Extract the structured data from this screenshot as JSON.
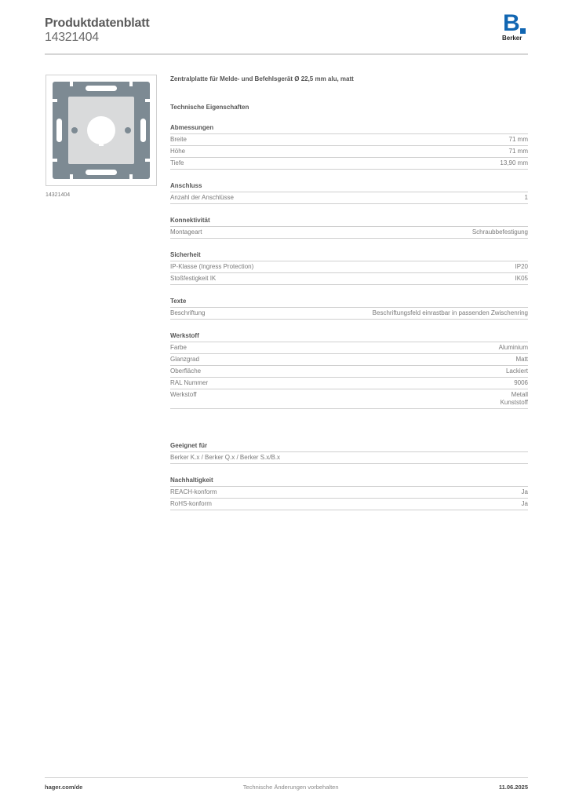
{
  "header": {
    "title": "Produktdatenblatt",
    "article_number": "14321404"
  },
  "brand": {
    "logo_letter": "B",
    "logo_name": "Berker",
    "color": "#1166b2"
  },
  "image": {
    "caption": "14321404",
    "plate_frame_color": "#7d8a93",
    "plate_color": "#d9dadb"
  },
  "product": {
    "name": "Zentralplatte für Melde- und Befehlsgerät Ø 22,5 mm alu, matt",
    "tech_heading": "Technische Eigenschaften"
  },
  "sections": [
    {
      "title": "Abmessungen",
      "rows": [
        {
          "label": "Breite",
          "value": "71 mm"
        },
        {
          "label": "Höhe",
          "value": "71 mm"
        },
        {
          "label": "Tiefe",
          "value": "13,90 mm"
        }
      ]
    },
    {
      "title": "Anschluss",
      "rows": [
        {
          "label": "Anzahl der Anschlüsse",
          "value": "1"
        }
      ]
    },
    {
      "title": "Konnektivität",
      "rows": [
        {
          "label": "Montageart",
          "value": "Schraubbefestigung"
        }
      ]
    },
    {
      "title": "Sicherheit",
      "rows": [
        {
          "label": "IP-Klasse (Ingress Protection)",
          "value": "IP20"
        },
        {
          "label": "Stoßfestigkeit IK",
          "value": "IK05"
        }
      ]
    },
    {
      "title": "Texte",
      "rows": [
        {
          "label": "Beschriftung",
          "value": "Beschriftungsfeld einrastbar in passenden Zwischenring"
        }
      ]
    },
    {
      "title": "Werkstoff",
      "rows": [
        {
          "label": "Farbe",
          "value": "Aluminium"
        },
        {
          "label": "Glanzgrad",
          "value": "Matt"
        },
        {
          "label": "Oberfläche",
          "value": "Lackiert"
        },
        {
          "label": "RAL Nummer",
          "value": "9006"
        },
        {
          "label": "Werkstoff",
          "value": "Metall\nKunststoff"
        }
      ]
    },
    {
      "title": "Geeignet für",
      "rows": [
        {
          "label": "Berker K.x / Berker Q.x / Berker S.x/B.x",
          "value": ""
        }
      ]
    },
    {
      "title": "Nachhaltigkeit",
      "rows": [
        {
          "label": "REACH-konform",
          "value": "Ja"
        },
        {
          "label": "RoHS-konform",
          "value": "Ja"
        }
      ]
    }
  ],
  "footer": {
    "website": "hager.com/de",
    "notice": "Technische Änderungen vorbehalten",
    "date": "11.06.2025"
  }
}
